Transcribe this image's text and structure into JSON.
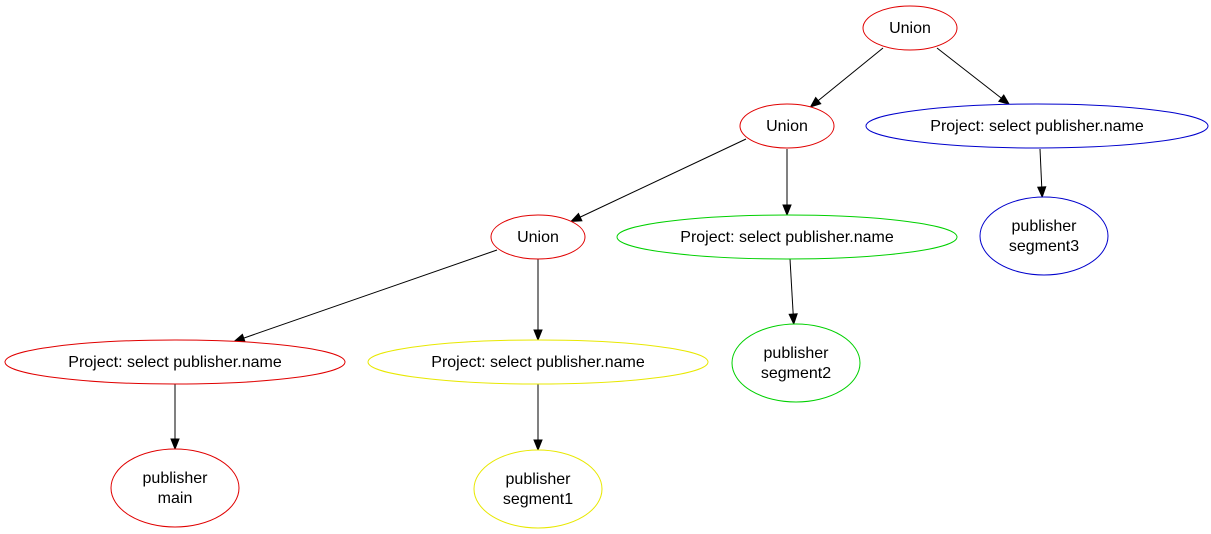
{
  "diagram": {
    "nodes": [
      {
        "id": "union_top",
        "lines": [
          "Union"
        ],
        "color": "#e00000"
      },
      {
        "id": "union_mid",
        "lines": [
          "Union"
        ],
        "color": "#e00000"
      },
      {
        "id": "union_low",
        "lines": [
          "Union"
        ],
        "color": "#e00000"
      },
      {
        "id": "project_seg3",
        "lines": [
          "Project: select publisher.name"
        ],
        "color": "#0000cc"
      },
      {
        "id": "publisher_seg3",
        "lines": [
          "publisher",
          "segment3"
        ],
        "color": "#0000cc"
      },
      {
        "id": "project_seg2",
        "lines": [
          "Project: select publisher.name"
        ],
        "color": "#00d000"
      },
      {
        "id": "publisher_seg2",
        "lines": [
          "publisher",
          "segment2"
        ],
        "color": "#00d000"
      },
      {
        "id": "project_main",
        "lines": [
          "Project: select publisher.name"
        ],
        "color": "#e00000"
      },
      {
        "id": "publisher_main",
        "lines": [
          "publisher",
          "main"
        ],
        "color": "#e00000"
      },
      {
        "id": "project_seg1",
        "lines": [
          "Project: select publisher.name"
        ],
        "color": "#e8e800"
      },
      {
        "id": "publisher_seg1",
        "lines": [
          "publisher",
          "segment1"
        ],
        "color": "#e8e800"
      }
    ],
    "edges": [
      {
        "from": "union_top",
        "to": "union_mid"
      },
      {
        "from": "union_top",
        "to": "project_seg3"
      },
      {
        "from": "project_seg3",
        "to": "publisher_seg3"
      },
      {
        "from": "union_mid",
        "to": "union_low"
      },
      {
        "from": "union_mid",
        "to": "project_seg2"
      },
      {
        "from": "project_seg2",
        "to": "publisher_seg2"
      },
      {
        "from": "union_low",
        "to": "project_main"
      },
      {
        "from": "union_low",
        "to": "project_seg1"
      },
      {
        "from": "project_main",
        "to": "publisher_main"
      },
      {
        "from": "project_seg1",
        "to": "publisher_seg1"
      }
    ]
  }
}
